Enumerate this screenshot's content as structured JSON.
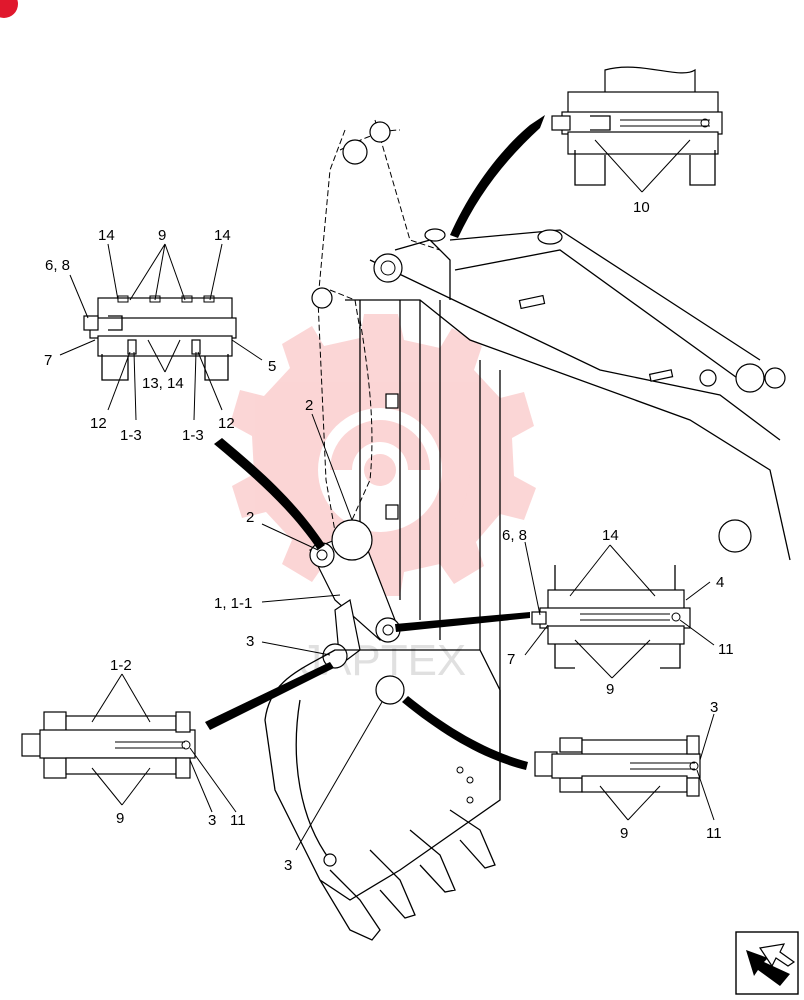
{
  "labels": {
    "l10": "10",
    "l14a": "14",
    "l9a": "9",
    "l14b": "14",
    "l68a": "6, 8",
    "l7a": "7",
    "l5": "5",
    "l1314": "13, 14",
    "l12a": "12",
    "l13a": "1-3",
    "l13b": "1-3",
    "l12b": "12",
    "l2a": "2",
    "l2b": "2",
    "l11a": "1, 1-1",
    "l3a": "3",
    "l14c": "14",
    "l68b": "6, 8",
    "l4": "4",
    "l7b": "7",
    "l11b": "11",
    "l9b": "9",
    "l12c": "1-2",
    "l9c": "9",
    "l3b": "3",
    "l11c": "11",
    "l3c": "3",
    "l3d": "3",
    "l9d": "9",
    "l11d": "11"
  },
  "watermark": "JAPTEX",
  "colors": {
    "watermark": "#f26a6a",
    "ink": "#000000",
    "badge": "#e0182d"
  },
  "icons": {
    "corner_badge": "badge-icon",
    "navigate": "navigate-arrow-icon"
  }
}
